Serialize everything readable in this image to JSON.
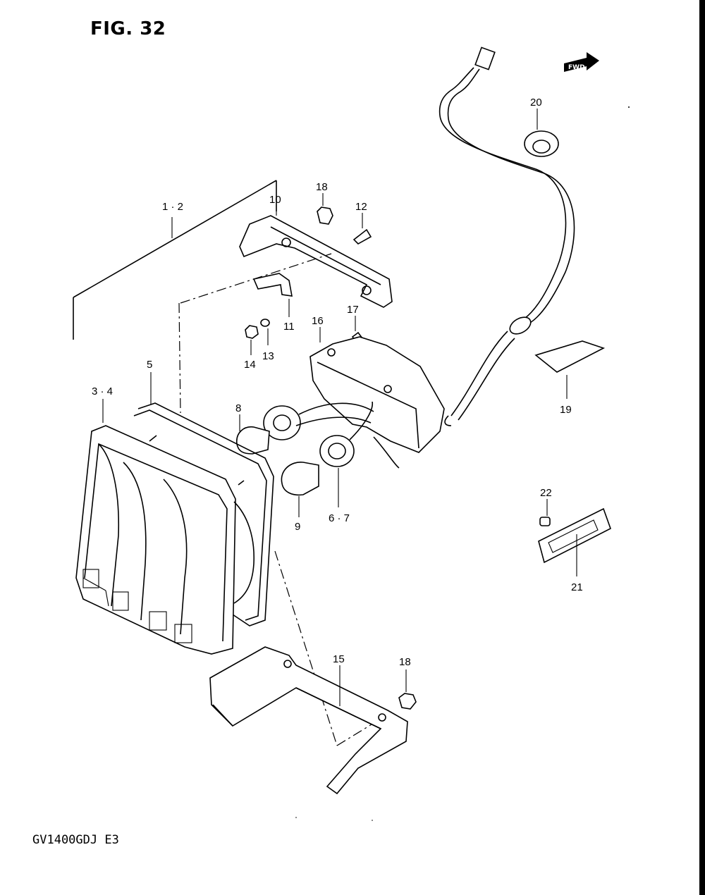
{
  "figure": {
    "title": "FIG. 32",
    "model_code": "GV1400GDJ  E3",
    "direction_badge": "FWD"
  },
  "callouts": {
    "c1_2": "1 · 2",
    "c3_4": "3 · 4",
    "c5": "5",
    "c6_7": "6 · 7",
    "c8": "8",
    "c9": "9",
    "c10": "10",
    "c11": "11",
    "c12": "12",
    "c13": "13",
    "c14": "14",
    "c15": "15",
    "c16": "16",
    "c17": "17",
    "c18a": "18",
    "c18b": "18",
    "c19": "19",
    "c20": "20",
    "c21": "21",
    "c22": "22"
  },
  "icons": [
    "fwd-arrow-icon"
  ]
}
